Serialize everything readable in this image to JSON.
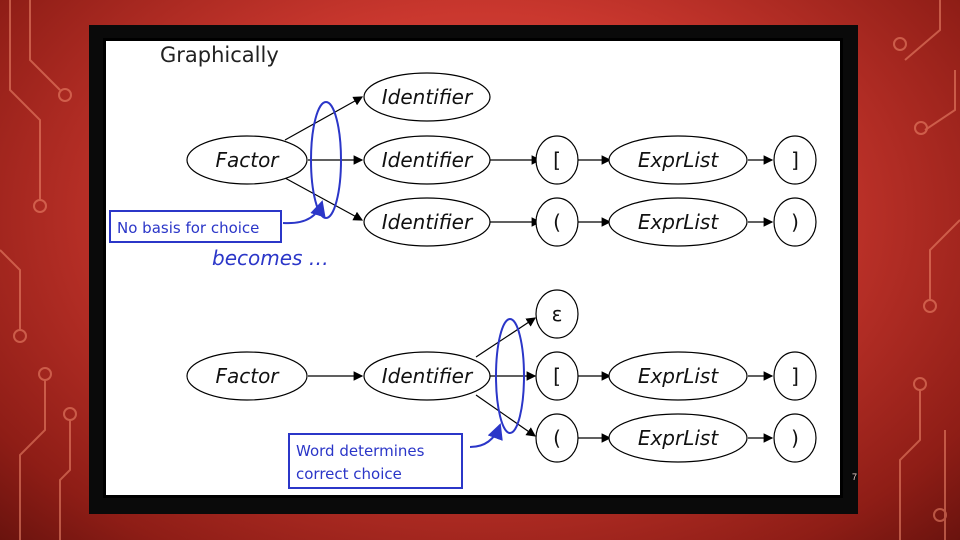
{
  "slide": {
    "heading": "Graphically",
    "number": "7",
    "middle_text": "becomes …"
  },
  "top_diagram": {
    "nodes": {
      "factor": "Factor",
      "identifier_1": "Identifier",
      "identifier_2": "Identifier",
      "identifier_3": "Identifier",
      "lbracket": "[",
      "exprlist_1": "ExprList",
      "rbracket": "]",
      "lparen": "(",
      "exprlist_2": "ExprList",
      "rparen": ")"
    },
    "callout": "No basis for choice"
  },
  "bottom_diagram": {
    "nodes": {
      "factor": "Factor",
      "identifier": "Identifier",
      "epsilon": "ε",
      "lbracket": "[",
      "exprlist_1": "ExprList",
      "rbracket": "]",
      "lparen": "(",
      "exprlist_2": "ExprList",
      "rparen": ")"
    },
    "callout_line1": "Word determines",
    "callout_line2": "correct choice"
  },
  "colors": {
    "annotation_blue": "#2b36c8",
    "background_red": "#c9372e",
    "circuit_line": "#f08a6e"
  }
}
